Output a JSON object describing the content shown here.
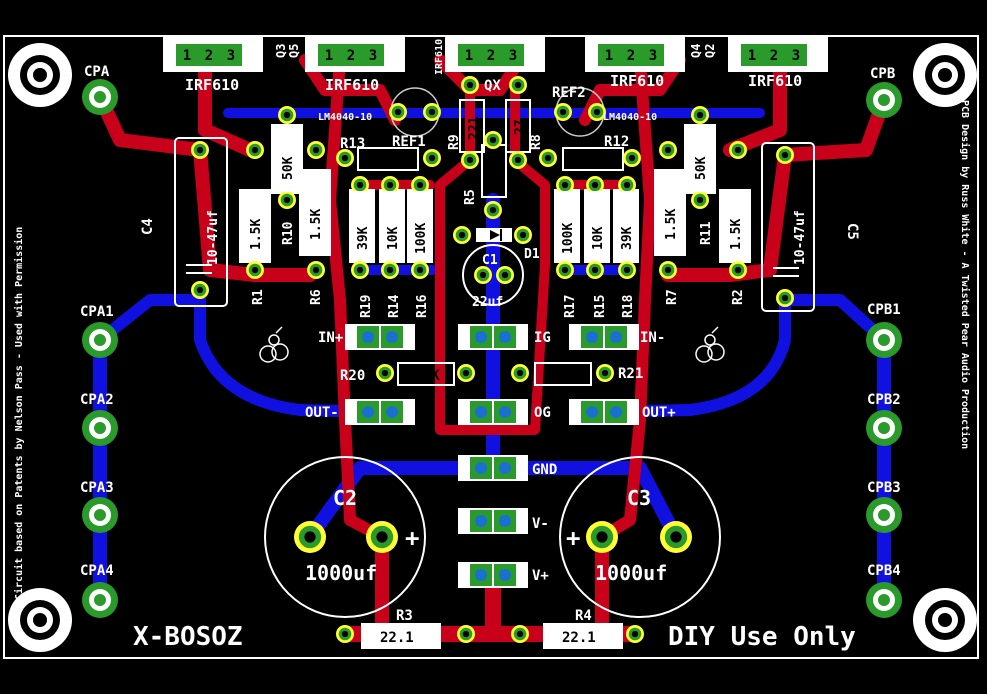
{
  "board": {
    "title": "X-BOSOZ",
    "footer": "DIY Use Only",
    "credit_left": "Circuit based on Patents by Nelson Pass - Used with Permission",
    "credit_right": "PCB Design by Russ White - A Twisted Pear Audio Production"
  },
  "connectors": {
    "cpa": "CPA",
    "cpb": "CPB",
    "cpa1": "CPA1",
    "cpa2": "CPA2",
    "cpa3": "CPA3",
    "cpa4": "CPA4",
    "cpb1": "CPB1",
    "cpb2": "CPB2",
    "cpb3": "CPB3",
    "cpb4": "CPB4",
    "in_plus": "IN+",
    "in_minus": "IN-",
    "ig": "IG",
    "out_minus": "OUT-",
    "out_plus": "OUT+",
    "og": "OG",
    "gnd": "GND",
    "v_minus": "V-",
    "v_plus": "V+"
  },
  "transistors": {
    "irf610": "IRF610",
    "q3": "Q3",
    "q5": "Q5",
    "q4": "Q4",
    "q2": "Q2",
    "qx": "QX",
    "pin1": "1",
    "pin2": "2",
    "pin3": "3"
  },
  "refs": {
    "ref1": "REF1",
    "ref2": "REF2",
    "lm4040": "LM4040-10"
  },
  "resistors": {
    "r1": "R1",
    "r2": "R2",
    "r3": "R3",
    "r4": "R4",
    "r5": "R5",
    "r6": "R6",
    "r7": "R7",
    "r8": "R8",
    "r9": "R9",
    "r10": "R10",
    "r11": "R11",
    "r12": "R12",
    "r13": "R13",
    "r14": "R14",
    "r15": "R15",
    "r16": "R16",
    "r17": "R17",
    "r18": "R18",
    "r19": "R19",
    "r20": "R20",
    "r21": "R21",
    "v221": "221",
    "v27": "27",
    "v50k": "50K",
    "v1k5": "1.5K",
    "v39k": "39K",
    "v10k": "10K",
    "v100k": "100K",
    "v100k_lower": "100K",
    "v22_1": "22.1"
  },
  "capacitors": {
    "c1": "C1",
    "c1_val": "22uf",
    "c2": "C2",
    "c3": "C3",
    "c4": "C4",
    "c5": "C5",
    "c_big_val": "1000uf",
    "c_small_val": "10-47uf",
    "plus": "+"
  },
  "diodes": {
    "d1": "D1"
  },
  "colors": {
    "copper_top": "#c8001a",
    "copper_bottom": "#1010e0",
    "pad": "#2a9a2a",
    "silk": "#ffffff"
  }
}
